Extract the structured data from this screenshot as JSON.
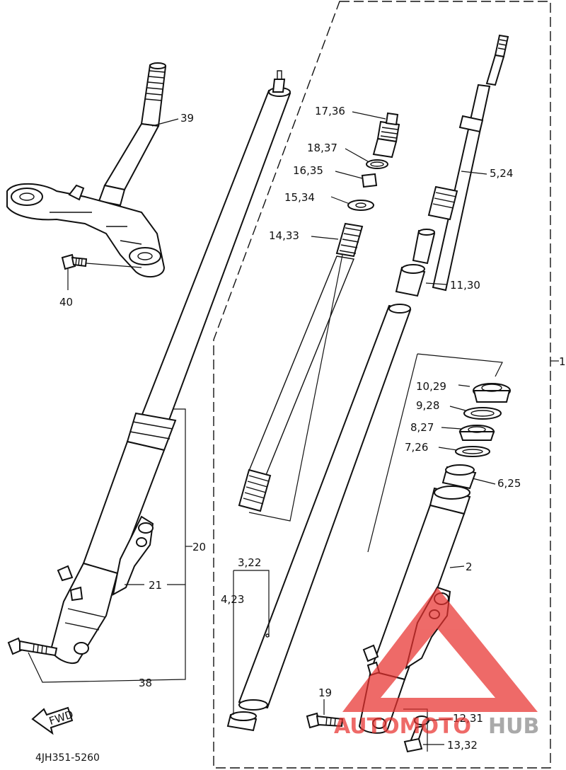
{
  "diagram": {
    "code": "4JH351-5260",
    "fwd": "FWD",
    "labels": {
      "p1": "1",
      "p2": "2",
      "p3_22": "3,22",
      "p4_23": "4,23",
      "p5_24": "5,24",
      "p6_25": "6,25",
      "p7_26": "7,26",
      "p8_27": "8,27",
      "p9_28": "9,28",
      "p10_29": "10,29",
      "p11_30": "11,30",
      "p12_31": "12,31",
      "p13_32": "13,32",
      "p14_33": "14,33",
      "p15_34": "15,34",
      "p16_35": "16,35",
      "p17_36": "17,36",
      "p18_37": "18,37",
      "p19": "19",
      "p20": "20",
      "p21": "21",
      "p38": "38",
      "p39": "39",
      "p40": "40"
    }
  },
  "watermark": {
    "part1": "AUTOMOTO",
    "part2": "HUB",
    "color_primary": "#e8322f",
    "color_secondary": "#888888"
  }
}
